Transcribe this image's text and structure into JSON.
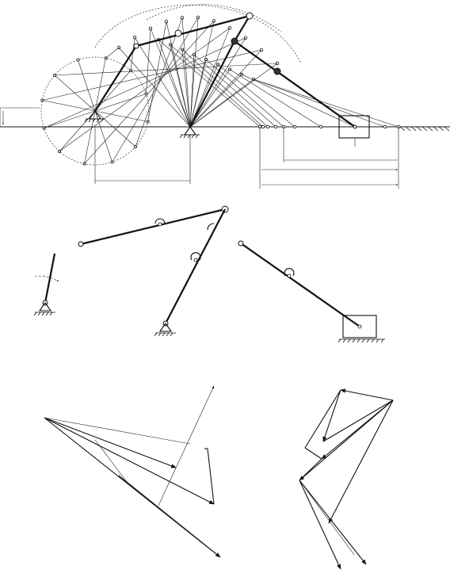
{
  "figure": {
    "sections": [
      {
        "name": "mechanism-position-plan"
      },
      {
        "name": "mechanism-link-diagram"
      },
      {
        "name": "velocity-polygon"
      },
      {
        "name": "acceleration-polygon"
      }
    ]
  }
}
